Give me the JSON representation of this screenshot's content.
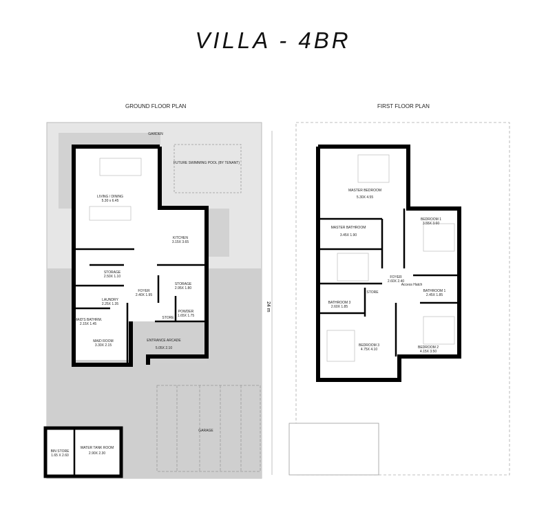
{
  "title": "VILLA - 4BR",
  "dimension_label": "24 m",
  "ground_floor": {
    "title": "GROUND FLOOR PLAN",
    "rooms": [
      {
        "name": "GARDEN",
        "size": ""
      },
      {
        "name": "FUTURE SWIMMING POOL (BY TENANT)",
        "size": ""
      },
      {
        "name": "LIVING / DINING",
        "size": "5.30 x 6.45"
      },
      {
        "name": "KITCHEN",
        "size": "3.15X 3.65"
      },
      {
        "name": "STORAGE",
        "size": "2.50X 1.10"
      },
      {
        "name": "STORAGE",
        "size": "2.95X 1.80"
      },
      {
        "name": "FOYER",
        "size": "2.40X 1.95"
      },
      {
        "name": "LAUNDRY",
        "size": "2.25X 1.35"
      },
      {
        "name": "MAID'S BATHRM.",
        "size": "2.15X 1.45"
      },
      {
        "name": "STORE",
        "size": ""
      },
      {
        "name": "POWDER",
        "size": "1.65X 1.75"
      },
      {
        "name": "MAID ROOM",
        "size": "3.30X 2.15"
      },
      {
        "name": "ENTRANCE ARCADE",
        "size": "5.05X 2.10"
      },
      {
        "name": "GARAGE",
        "size": ""
      },
      {
        "name": "BIN STORE",
        "size": "1.65 X 2.60"
      },
      {
        "name": "WATER TANK ROOM",
        "size": "2.90X 2.30"
      }
    ]
  },
  "first_floor": {
    "title": "FIRST FLOOR PLAN",
    "rooms": [
      {
        "name": "MASTER BEDROOM",
        "size": "5.30X 4.55"
      },
      {
        "name": "MASTER BATHROOM",
        "size": "3.45X 1.90"
      },
      {
        "name": "BEDROOM 1",
        "size": "3.55X 3.60"
      },
      {
        "name": "FOYER",
        "size": "2.60X 2.40"
      },
      {
        "name": "Access Hatch",
        "size": ""
      },
      {
        "name": "STORE",
        "size": ""
      },
      {
        "name": "BATHROOM 1",
        "size": "2.45X 1.85"
      },
      {
        "name": "BATHROOM 3",
        "size": "2.60X 1.85"
      },
      {
        "name": "BEDROOM 3",
        "size": "4.75X 4.10"
      },
      {
        "name": "BEDROOM 2",
        "size": "4.15X 3.50"
      }
    ]
  }
}
